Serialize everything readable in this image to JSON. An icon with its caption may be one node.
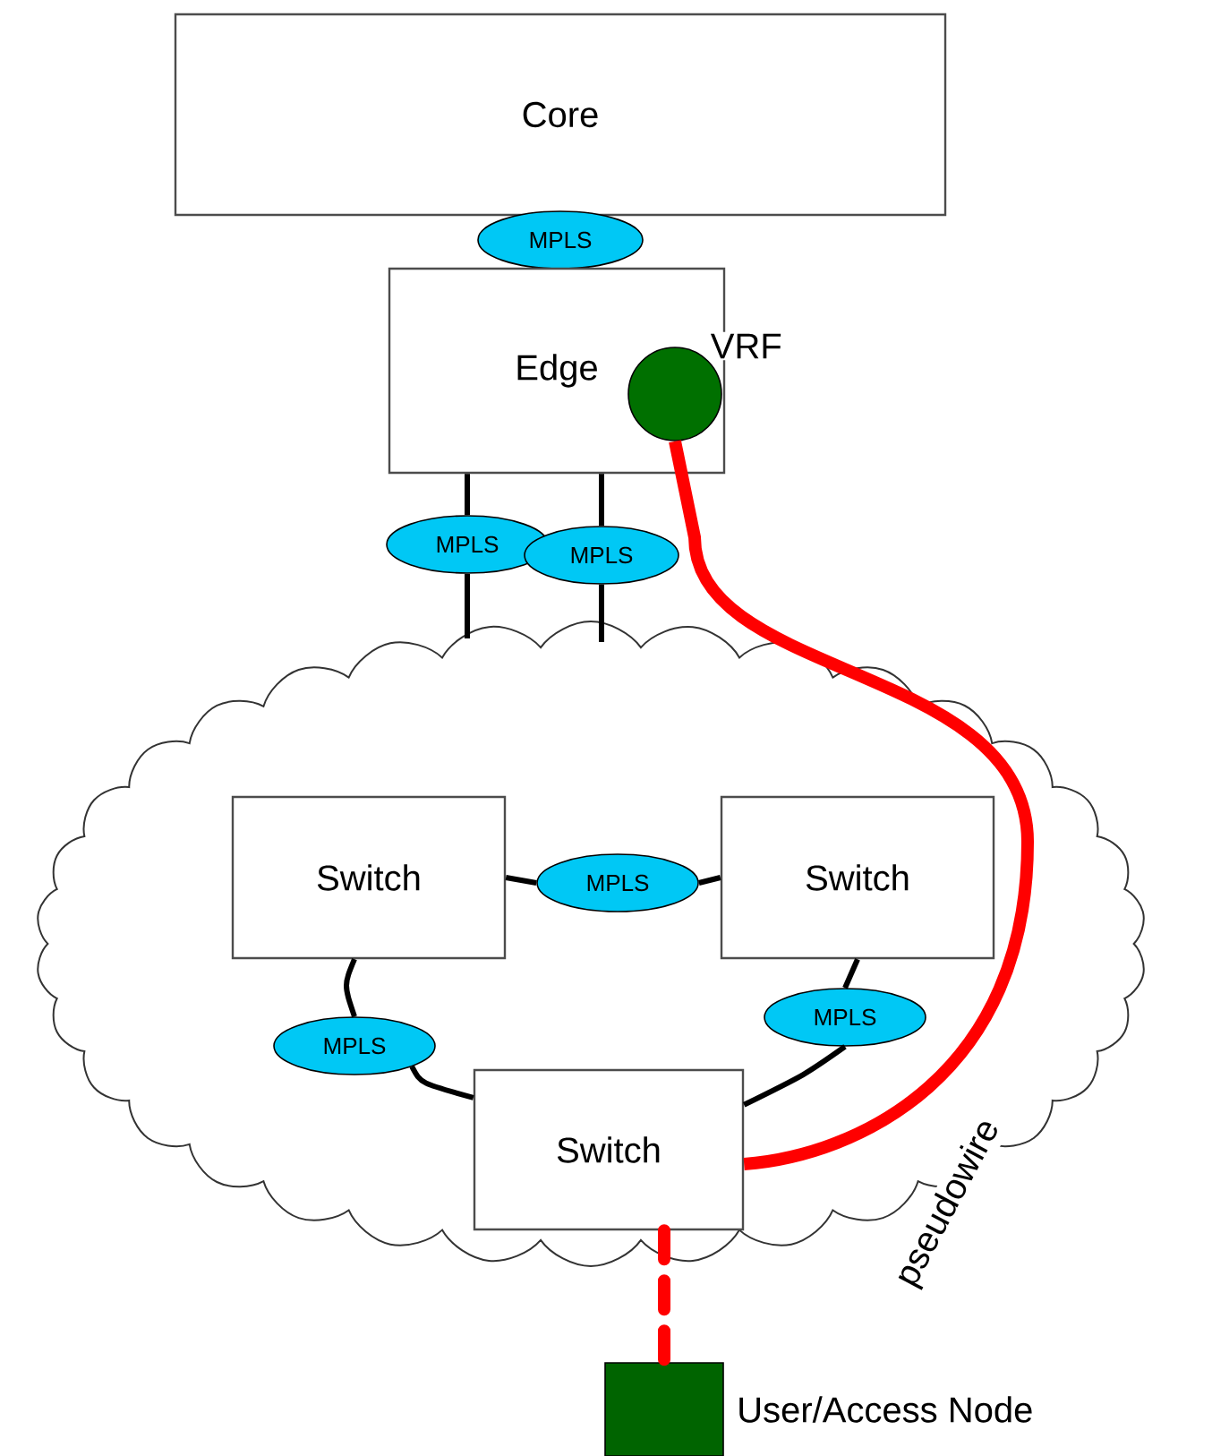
{
  "diagram": {
    "nodes": [
      {
        "text": [
          "Core"
        ]
      },
      {
        "text": [
          "MPLS"
        ]
      },
      {
        "text": [
          "Edge"
        ]
      },
      {
        "text": [
          "VRF"
        ],
        "in": 2
      },
      {
        "text": [
          "MPLS"
        ]
      },
      {
        "text": [
          "MPLS"
        ]
      },
      {
        "text": [],
        "shape": "cloud"
      },
      {
        "text": [
          "Switch"
        ],
        "in": 6
      },
      {
        "text": [
          "MPLS"
        ],
        "in": 6
      },
      {
        "text": [
          "Switch"
        ],
        "in": 6
      },
      {
        "text": [
          "MPLS"
        ],
        "in": 6
      },
      {
        "text": [
          "MPLS"
        ],
        "in": 6
      },
      {
        "text": [
          "Switch"
        ],
        "in": 6
      },
      {
        "text": [],
        "shape": "box",
        "beside": [
          "User/Access Node"
        ]
      }
    ],
    "edges": [
      {
        "from": 2,
        "to": 4,
        "arrow": "none"
      },
      {
        "from": 4,
        "to": 6,
        "arrow": "none"
      },
      {
        "from": 2,
        "to": 5,
        "arrow": "none"
      },
      {
        "from": 5,
        "to": 6,
        "arrow": "none"
      },
      {
        "from": 7,
        "to": 8,
        "arrow": "none"
      },
      {
        "from": 8,
        "to": 9,
        "arrow": "none"
      },
      {
        "from": 9,
        "to": 11,
        "arrow": "none"
      },
      {
        "from": 11,
        "to": 12,
        "arrow": "none"
      },
      {
        "from": 12,
        "to": 10,
        "arrow": "none"
      },
      {
        "from": 10,
        "to": 7,
        "arrow": "none"
      },
      {
        "from": 3,
        "to": 12,
        "arrow": "none",
        "label": "pseudowire",
        "style": "thick",
        "color": "#ff0000"
      },
      {
        "from": 12,
        "to": 13,
        "arrow": "none",
        "style": "dashed",
        "color": "#ff0000"
      }
    ]
  }
}
